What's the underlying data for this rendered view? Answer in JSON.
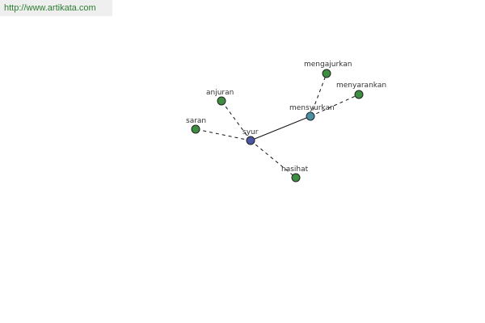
{
  "banner": {
    "url": "http://www.artikata.com"
  },
  "colors": {
    "root_node": "#4b56a5",
    "direct_node": "#4a90a4",
    "leaf_node": "#3e8e41",
    "node_stroke": "#222222",
    "edge": "#111111"
  },
  "graph": {
    "nodes": [
      {
        "id": "syur",
        "label": "syur",
        "kind": "root"
      },
      {
        "id": "mensyurkan",
        "label": "mensyurkan",
        "kind": "direct"
      },
      {
        "id": "mengajurkan",
        "label": "mengajurkan",
        "kind": "leaf"
      },
      {
        "id": "menyarankan",
        "label": "menyarankan",
        "kind": "leaf"
      },
      {
        "id": "anjuran",
        "label": "anjuran",
        "kind": "leaf"
      },
      {
        "id": "saran",
        "label": "saran",
        "kind": "leaf"
      },
      {
        "id": "nasihat",
        "label": "nasihat",
        "kind": "leaf"
      }
    ],
    "edges": [
      {
        "from": "syur",
        "to": "mensyurkan",
        "style": "solid"
      },
      {
        "from": "syur",
        "to": "anjuran",
        "style": "dashed"
      },
      {
        "from": "syur",
        "to": "saran",
        "style": "dashed"
      },
      {
        "from": "syur",
        "to": "nasihat",
        "style": "dashed"
      },
      {
        "from": "mensyurkan",
        "to": "mengajurkan",
        "style": "dashed"
      },
      {
        "from": "mensyurkan",
        "to": "menyarankan",
        "style": "dashed"
      }
    ]
  }
}
